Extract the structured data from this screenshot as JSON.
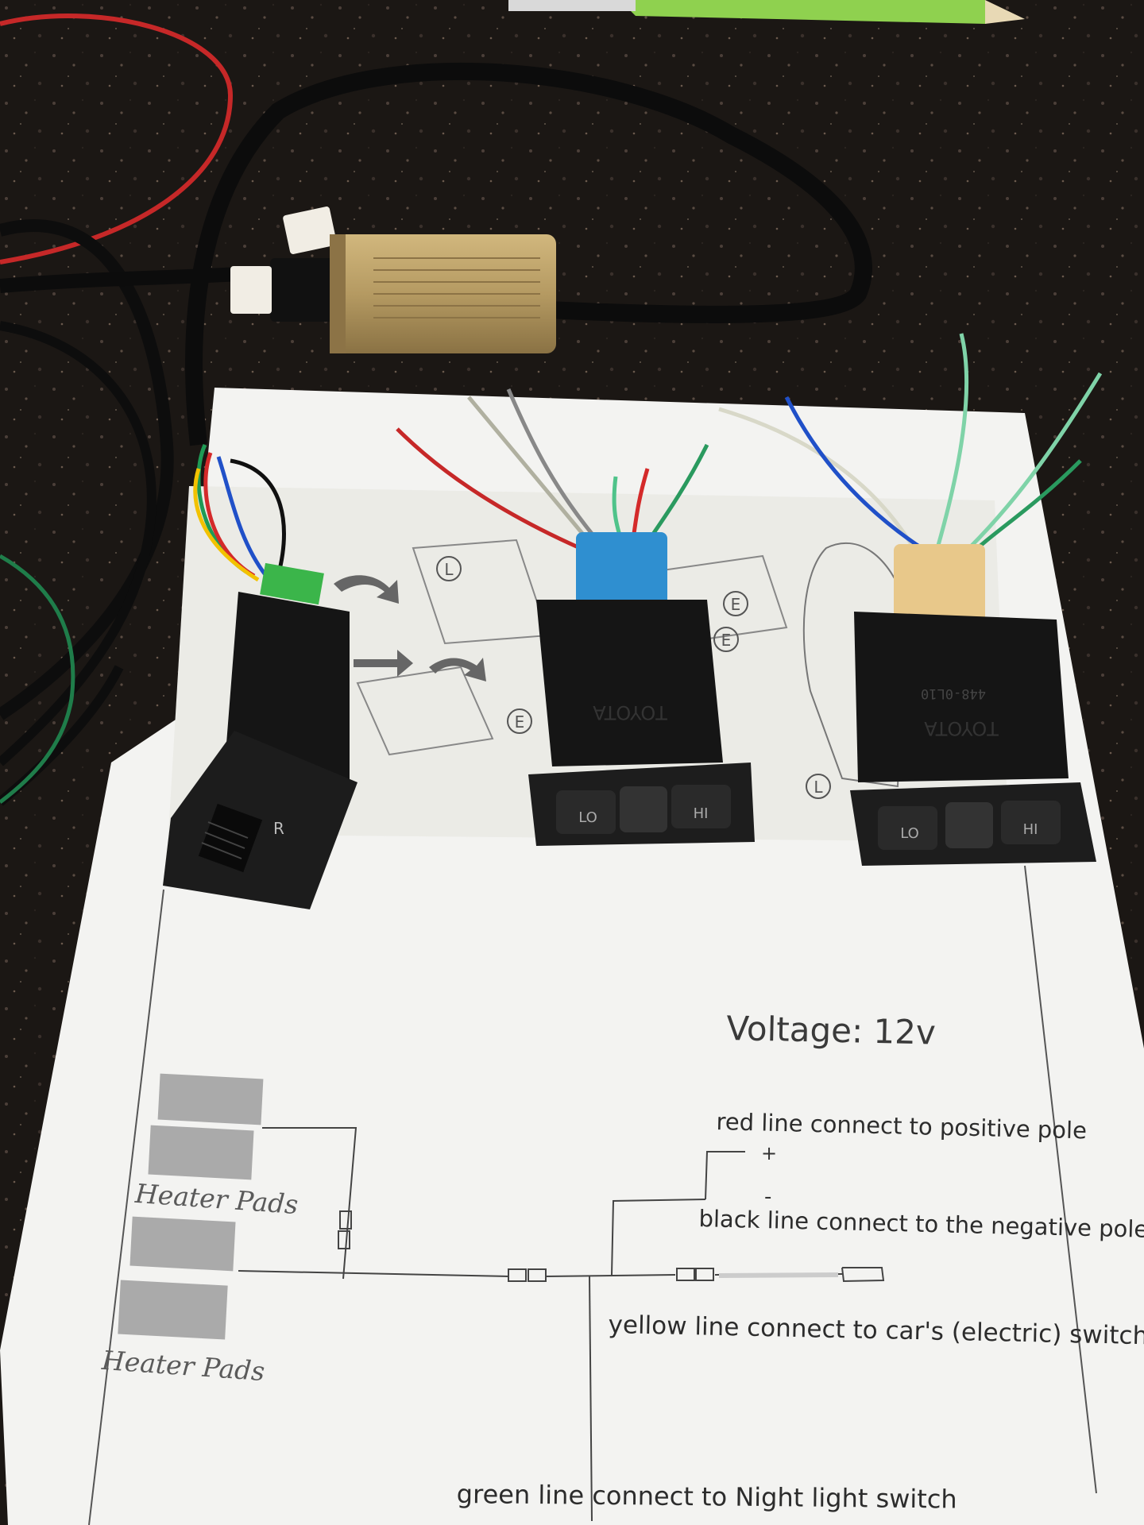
{
  "diagram": {
    "voltage": "Voltage: 12v",
    "red_line": "red line connect to positive pole",
    "plus_sign": "+",
    "minus_sign": "-",
    "black_line": "black line connect to the negative pole",
    "yellow_line": "yellow  line connect to car's (electric) switch",
    "green_line": "green line connect to Night light switch",
    "heater_pads_1": "Heater  Pads",
    "heater_pads_2": "Heater  Pads",
    "callout_l": "L",
    "callout_e": "E"
  },
  "switches": {
    "left": {
      "brand": "TOYOTA",
      "lo": "LO",
      "hi": "HI"
    },
    "right": {
      "brand": "TOYOTA",
      "lo": "LO",
      "hi": "HI",
      "part_no": "448-0L10"
    },
    "small_switch_mark": "R"
  },
  "colors": {
    "countertop": "#1b1714",
    "paper": "#f3f3f1",
    "controller_gold": "#b59a62",
    "connector_blue": "#2f8fd0",
    "connector_tan": "#e8c88a",
    "connector_green": "#3bb54a",
    "wire_red": "#d42a2a",
    "wire_black": "#101010",
    "wire_yellow": "#f2c200",
    "wire_green": "#1f9a55",
    "wire_blue": "#2050c8"
  }
}
